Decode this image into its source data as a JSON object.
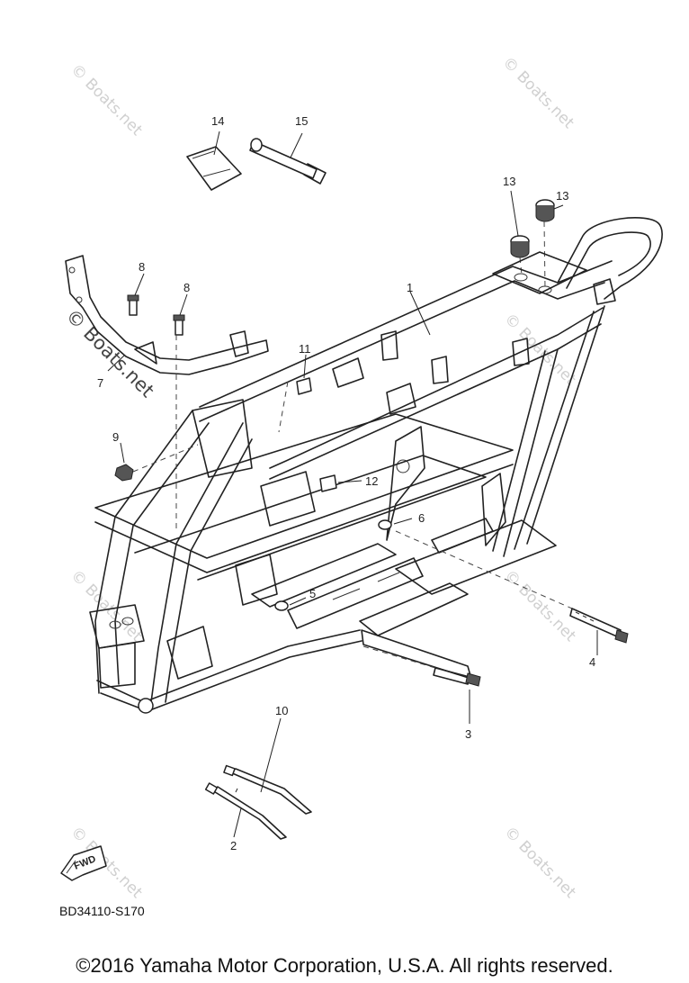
{
  "diagram_code": "BD34110-S170",
  "copyright": "©2016 Yamaha Motor Corporation, U.S.A. All rights reserved.",
  "fwd_label": "FWD",
  "watermark": "© Boats.net",
  "callouts": {
    "p1": "1",
    "p2": "2",
    "p3": "3",
    "p4": "4",
    "p5": "5",
    "p6": "6",
    "p7": "7",
    "p8a": "8",
    "p8b": "8",
    "p9": "9",
    "p10": "10",
    "p11": "11",
    "p12": "12",
    "p13a": "13",
    "p13b": "13",
    "p14": "14",
    "p15": "15"
  }
}
